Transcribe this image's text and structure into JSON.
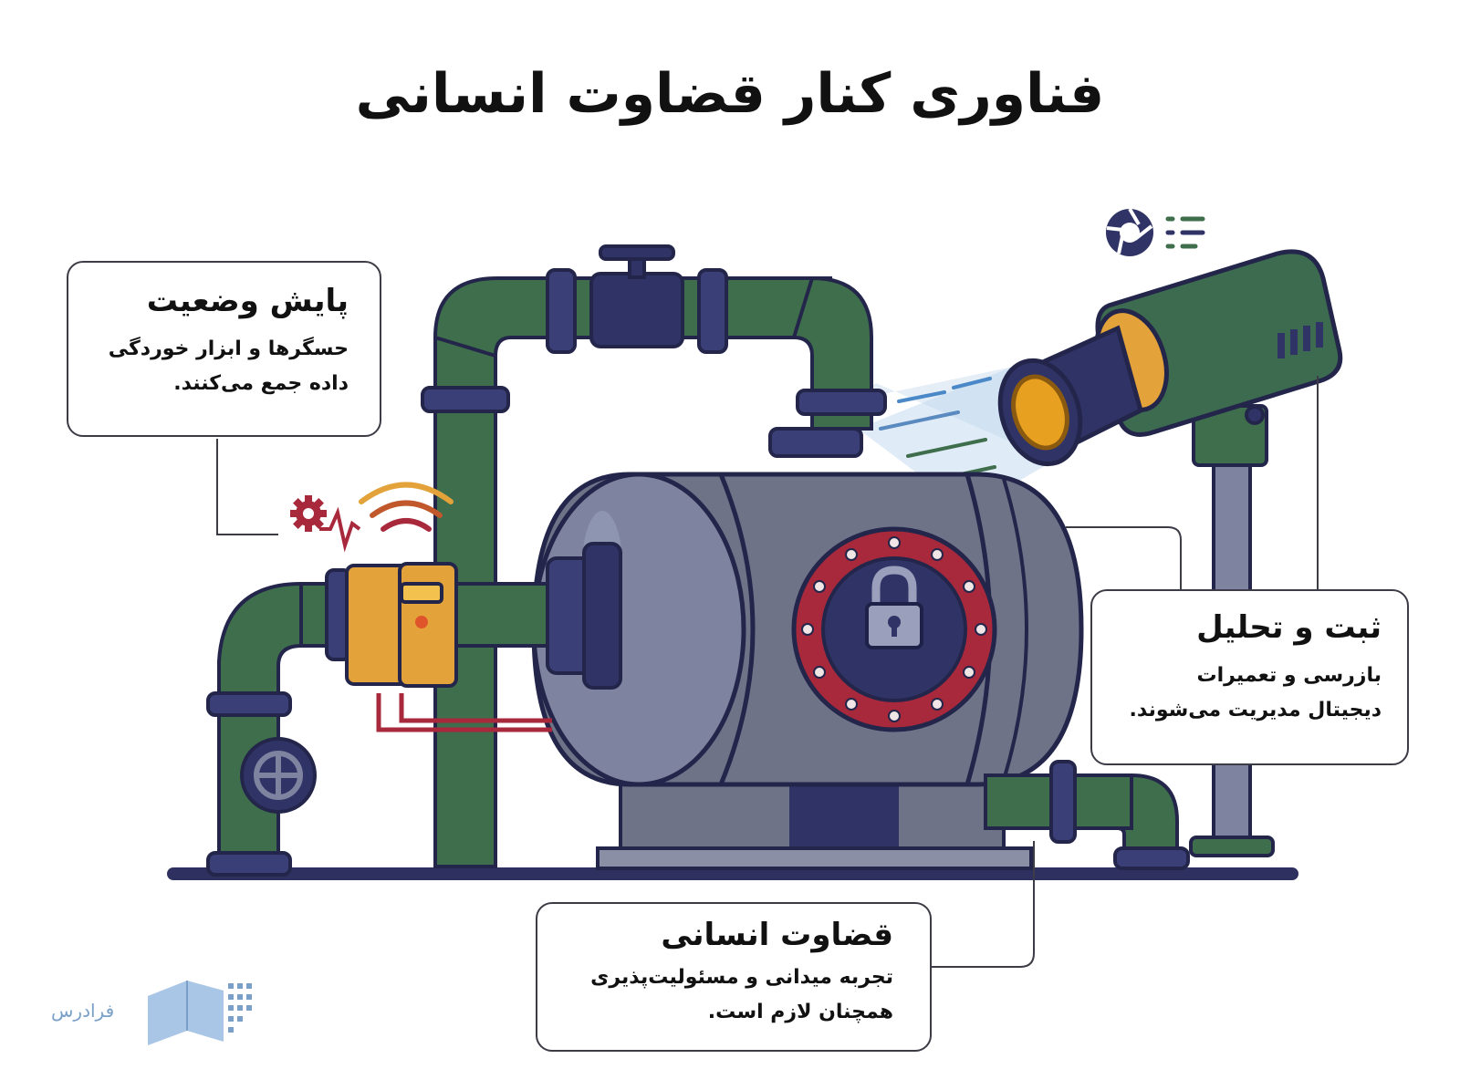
{
  "title": "فناوری کنار قضاوت انسانی",
  "callouts": {
    "monitoring": {
      "heading": "پایش وضعیت",
      "line1": "حسگرها و ابزار خوردگی",
      "line2": "داده جمع می‌کنند."
    },
    "analysis": {
      "heading": "ثبت و تحلیل",
      "line1": "بازرسی و تعمیرات",
      "line2": "دیجیتال مدیریت می‌شوند."
    },
    "judgment": {
      "heading": "قضاوت انسانی",
      "line1": "تجربه میدانی و مسئولیت‌پذیری",
      "line2": "همچنان لازم است."
    }
  },
  "logo": {
    "text": "فرادرس"
  },
  "colors": {
    "pipe_green": "#3f6e4c",
    "tank_gray": "#6e7388",
    "flange_navy": "#2f3366",
    "hatch_red": "#a8283c",
    "sensor_orange": "#e3a23a",
    "camera_green": "#3d6b4f",
    "lens_amber": "#e8a020"
  },
  "icons": [
    "gear-icon",
    "wifi-signal-icon",
    "heartbeat-icon",
    "padlock-icon",
    "camera-shutter-icon",
    "menu-lines-icon",
    "valve-wheel-icon",
    "book-logo-icon"
  ]
}
